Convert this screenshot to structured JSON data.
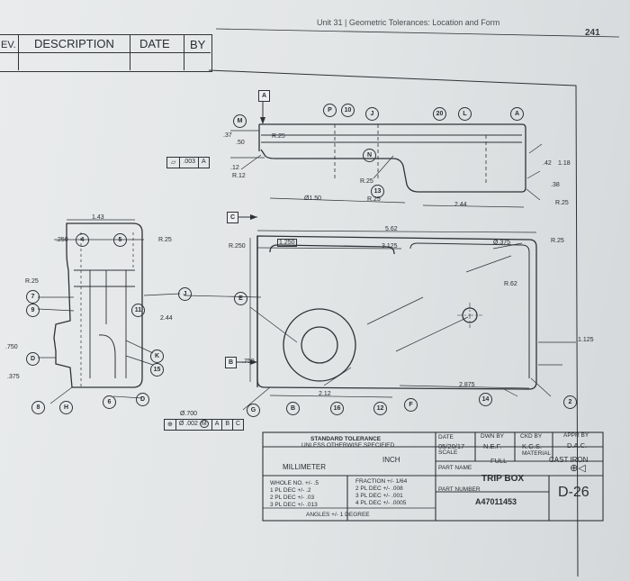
{
  "page_header": {
    "running_title": "Unit 31 | Geometric Tolerances: Location and Form",
    "page_number": "241"
  },
  "revision_block": {
    "rev": "EV.",
    "description": "DESCRIPTION",
    "date": "DATE",
    "by": "BY"
  },
  "callouts": {
    "circles": [
      "M",
      "P",
      "10",
      "J",
      "20",
      "L",
      "A",
      "N",
      "13",
      "4",
      "5",
      "E",
      "7",
      "9",
      "11",
      "J",
      "K",
      "15",
      "H",
      "6",
      "D",
      "B",
      "16",
      "12",
      "F",
      "14",
      "2",
      "G",
      "D",
      "8"
    ],
    "squares": [
      "A",
      "C",
      "B"
    ]
  },
  "dimensions": {
    "top_view": {
      "d37": ".37",
      "d50": ".50",
      "r25a": "R.25",
      "d12": ".12",
      "r12": "R.12",
      "r25b": "R.25",
      "r25c": "R.25",
      "dia150": "Ø1.50",
      "d244": "2.44",
      "d42": ".42",
      "d118": "1.18",
      "d38": ".38",
      "r25d": "R.25"
    },
    "left_view": {
      "d143": "1.43",
      "d250": ".250",
      "r25": "R.25",
      "d244": "2.44",
      "d750": ".750",
      "d375": ".375"
    },
    "front_view": {
      "d562": "5.62",
      "d3125": "3.125",
      "d1250": "1.250",
      "r250": "R.250",
      "d375": "Ø.375",
      "r25": "R.25",
      "r62": "R.62",
      "d1125": "1.125",
      "d750": ".750",
      "d212": "2.12",
      "d2875": "2.875"
    }
  },
  "feature_controls": {
    "flatness": {
      "value": ".003",
      "datum": "A"
    },
    "position": {
      "size": "Ø.700",
      "tol": "Ø .002",
      "mod": "M",
      "datums": [
        "A",
        "B",
        "C"
      ]
    }
  },
  "title_block": {
    "std_tol_title": "STANDARD TOLERANCE",
    "std_tol_sub": "UNLESS OTHERWISE SPECIFIED",
    "inch": "INCH",
    "millimeter": "MILLIMETER",
    "whole_no": "WHOLE NO. +/- .5",
    "pl1": "1 PL DEC +/- .2",
    "pl2": "2 PL DEC +/- .03",
    "pl3": "3 PL DEC +/- .013",
    "fraction": "FRACTION +/- 1/64",
    "ipl2": "2 PL DEC +/- .008",
    "ipl3": "3 PL DEC +/- .001",
    "ipl4": "4 PL DEC +/- .0005",
    "angles": "ANGLES +/- 1 DEGREE",
    "date_label": "DATE",
    "date_value": "05/20/17",
    "dwn_by_label": "DWN BY",
    "dwn_by": "N.E.F.",
    "ckd_by_label": "CKD BY",
    "ckd_by": "K.G.S.",
    "appr_by_label": "APPR BY",
    "appr_by": "D.A.C.",
    "scale_label": "SCALE",
    "scale": "FULL",
    "material_label": "MATERIAL",
    "material": "CAST IRON",
    "part_name_label": "PART NAME",
    "part_name": "TRIP BOX",
    "part_number_label": "PART NUMBER",
    "part_number": "A47011453",
    "drawing_no": "D-26"
  }
}
